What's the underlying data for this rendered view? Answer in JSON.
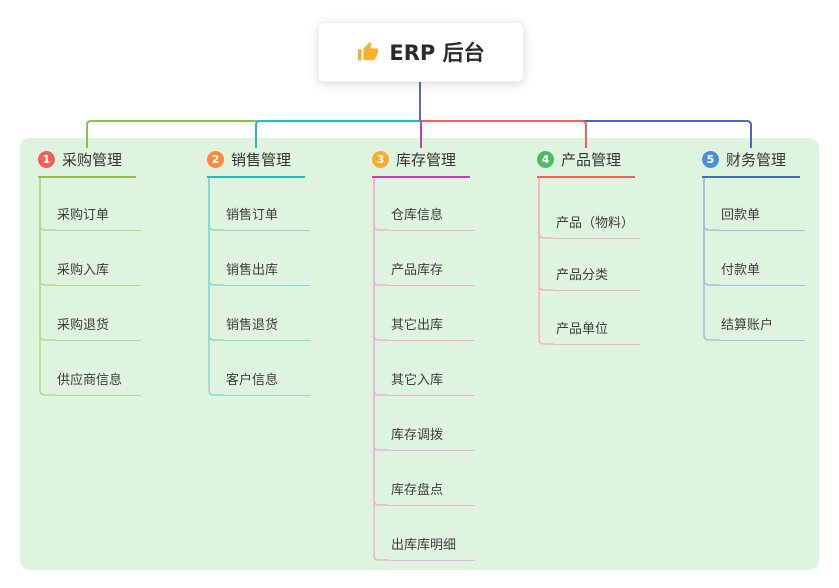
{
  "root": {
    "label": "ERP 后台",
    "icon": "thumbs-up-icon"
  },
  "panel_color": "#dff4df",
  "stem_color": "#5b6abf",
  "branches": [
    {
      "index": "1",
      "label": "采购管理",
      "badge_color": "#f55c5c",
      "line_color": "#8cc152",
      "child_line_color": "#b2d98f",
      "children": [
        "采购订单",
        "采购入库",
        "采购退货",
        "供应商信息"
      ]
    },
    {
      "index": "2",
      "label": "销售管理",
      "badge_color": "#fb8a3c",
      "line_color": "#21bdbd",
      "child_line_color": "#8cd6d6",
      "children": [
        "销售订单",
        "销售出库",
        "销售退货",
        "客户信息"
      ]
    },
    {
      "index": "3",
      "label": "库存管理",
      "badge_color": "#fbab32",
      "line_color": "#d23bb5",
      "child_line_color": "#ecb3da",
      "children": [
        "仓库信息",
        "产品库存",
        "其它出库",
        "其它入库",
        "库存调拨",
        "库存盘点",
        "出库库明细"
      ]
    },
    {
      "index": "4",
      "label": "产品管理",
      "badge_color": "#4dbb63",
      "line_color": "#f2605a",
      "child_line_color": "#f5b5b2",
      "children": [
        "产品（物料）",
        "产品分类",
        "产品单位"
      ]
    },
    {
      "index": "5",
      "label": "财务管理",
      "badge_color": "#4a90d9",
      "line_color": "#4a68bd",
      "child_line_color": "#aab9e4",
      "children": [
        "回款单",
        "付款单",
        "结算账户"
      ]
    }
  ]
}
